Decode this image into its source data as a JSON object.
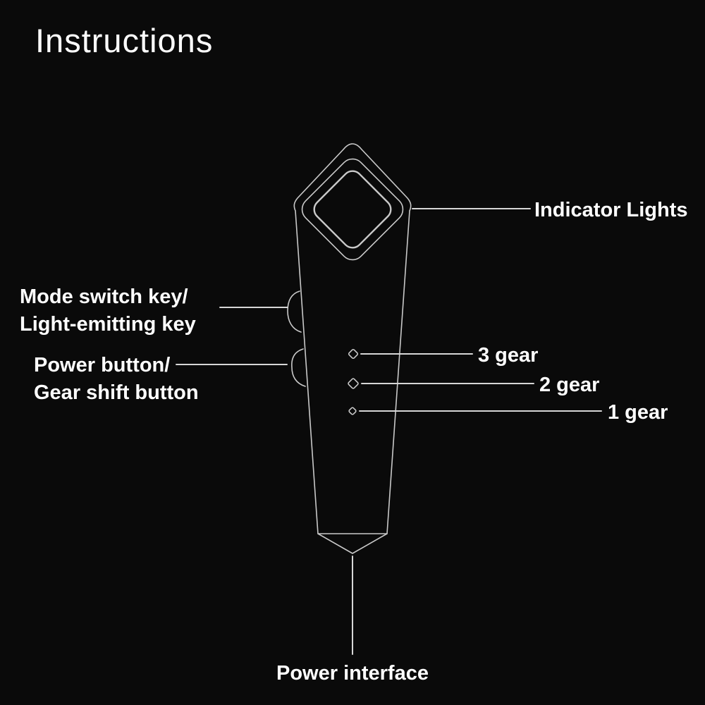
{
  "title": "Instructions",
  "labels": {
    "indicator_lights": "Indicator Lights",
    "mode_switch_line1": "Mode switch key/",
    "mode_switch_line2": "Light-emitting key",
    "power_button_line1": "Power button/",
    "power_button_line2": "Gear shift button",
    "gear_3": "3 gear",
    "gear_2": "2 gear",
    "gear_1": "1 gear",
    "power_interface": "Power interface"
  },
  "colors": {
    "background": "#0a0a0a",
    "text": "#ffffff",
    "device_outline": "#c9c9c9",
    "leader_line": "#d6d6d6"
  }
}
